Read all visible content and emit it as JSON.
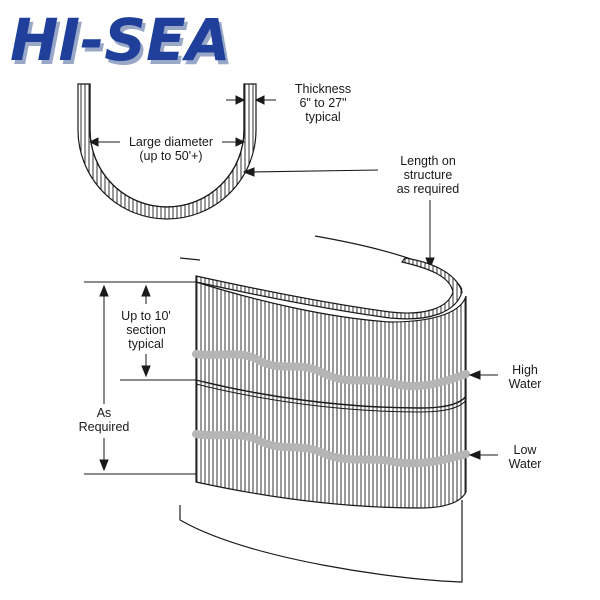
{
  "logo": {
    "text": "HI-SEA",
    "color": "#1f3f9a",
    "shadow_color": "#9aa8c8"
  },
  "labels": {
    "thickness": [
      "Thickness",
      "6\" to 27\"",
      "typical"
    ],
    "large_diameter": [
      "Large diameter",
      "(up to 50'+)"
    ],
    "length_on_structure": [
      "Length on",
      "structure",
      "as required"
    ],
    "section": [
      "Up to 10'",
      "section",
      "typical"
    ],
    "as_required": [
      "As",
      "Required"
    ],
    "high_water": [
      "High",
      "Water"
    ],
    "low_water": [
      "Low",
      "Water"
    ]
  },
  "colors": {
    "line": "#1a1a1a",
    "water_band": "#b5b5b5",
    "hatch": "#333333"
  }
}
